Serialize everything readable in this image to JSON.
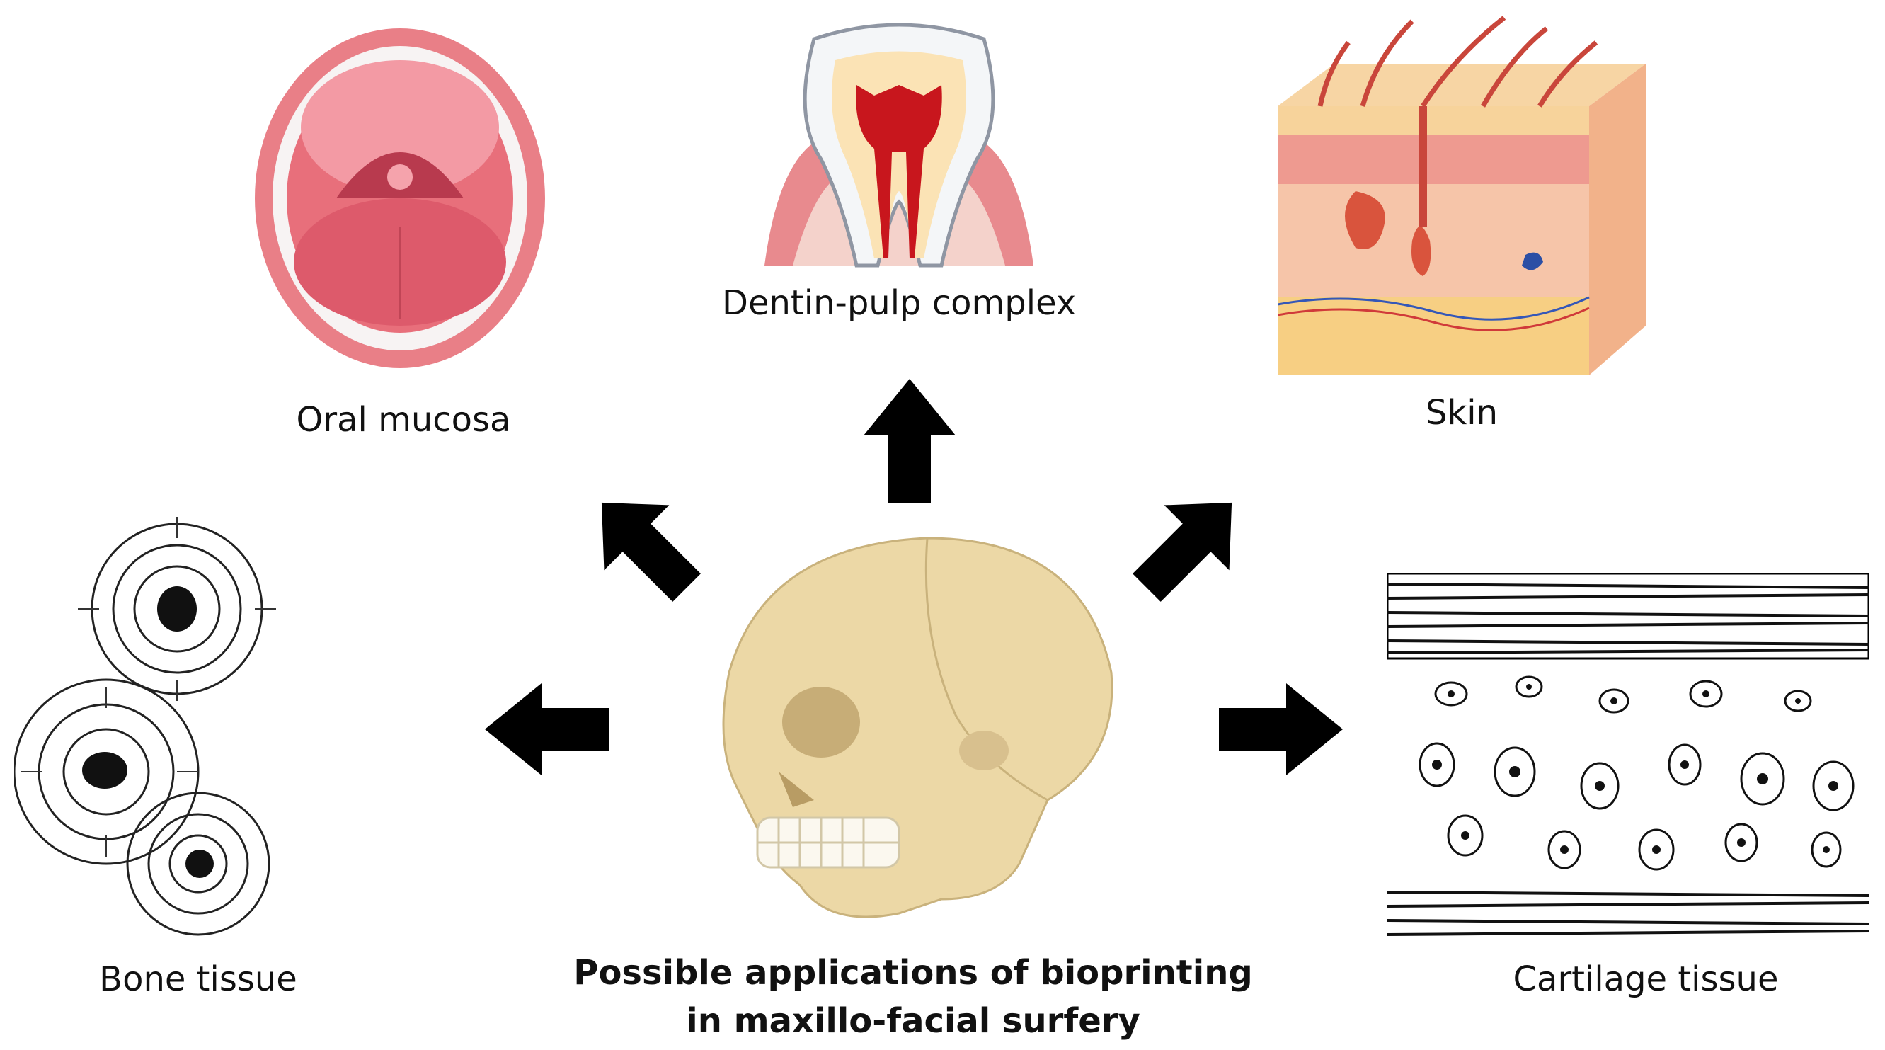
{
  "labels": {
    "oral_mucosa": "Oral mucosa",
    "dentin_pulp": "Dentin-pulp complex",
    "skin": "Skin",
    "bone": "Bone tissue",
    "cartilage": "Cartilage tissue"
  },
  "caption": {
    "line1": "Possible applications of bioprinting",
    "line2": "in maxillo-facial surfery"
  },
  "colors": {
    "arrow": "#000000",
    "skull": "#ecd8a6",
    "mucosa": "#e8868e",
    "tooth_pulp": "#c0171c",
    "skin": "#f5c98a"
  }
}
